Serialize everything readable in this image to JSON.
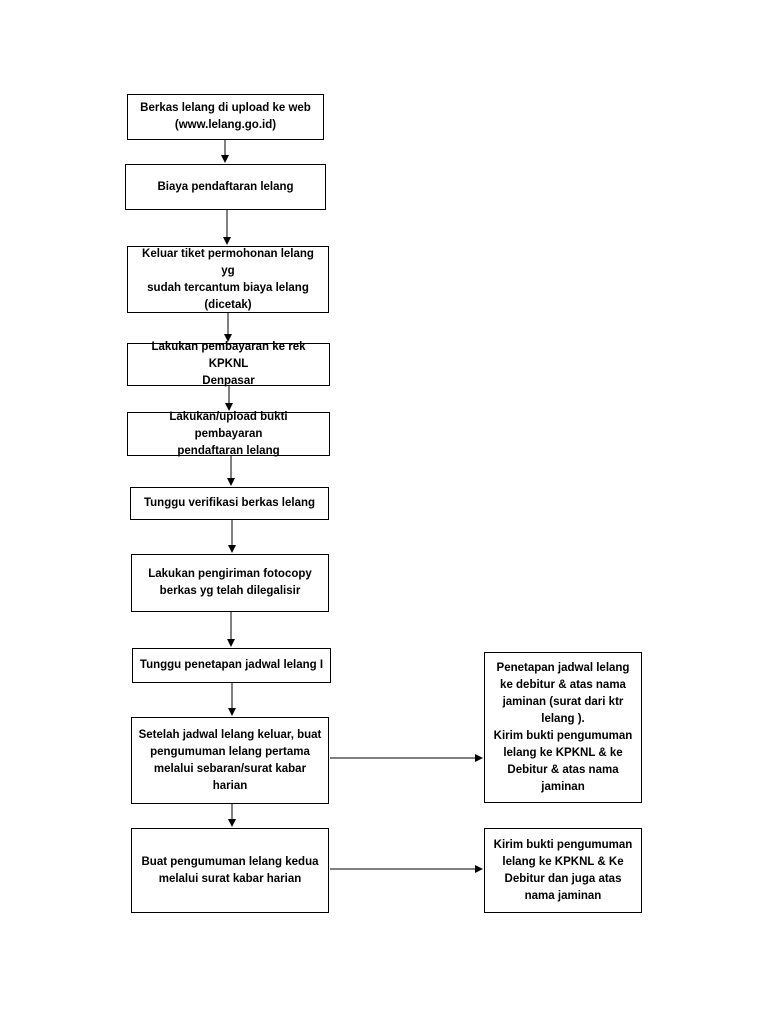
{
  "flowchart": {
    "steps": [
      "Berkas lelang di upload ke web\n(www.lelang.go.id)",
      "Biaya pendaftaran lelang",
      "Keluar tiket permohonan lelang yg\nsudah tercantum biaya lelang\n(dicetak)",
      "Lakukan pembayaran ke rek KPKNL\nDenpasar",
      "Lakukan/upload bukti pembayaran\npendaftaran lelang",
      "Tunggu verifikasi berkas lelang",
      "Lakukan pengiriman fotocopy\nberkas yg telah dilegalisir",
      "Tunggu penetapan jadwal lelang I",
      "Setelah jadwal lelang keluar, buat\npengumuman lelang pertama\nmelalui sebaran/surat kabar\nharian",
      "Buat pengumuman lelang kedua\nmelalui surat kabar harian"
    ],
    "side_notes": [
      "Penetapan jadwal lelang\nke debitur & atas nama\njaminan (surat dari ktr\nlelang ).\nKirim bukti pengumuman\nlelang ke KPKNL & ke\nDebitur & atas nama\njaminan",
      "Kirim bukti pengumuman\nlelang ke KPKNL & Ke\nDebitur dan juga atas\nnama jaminan"
    ]
  }
}
